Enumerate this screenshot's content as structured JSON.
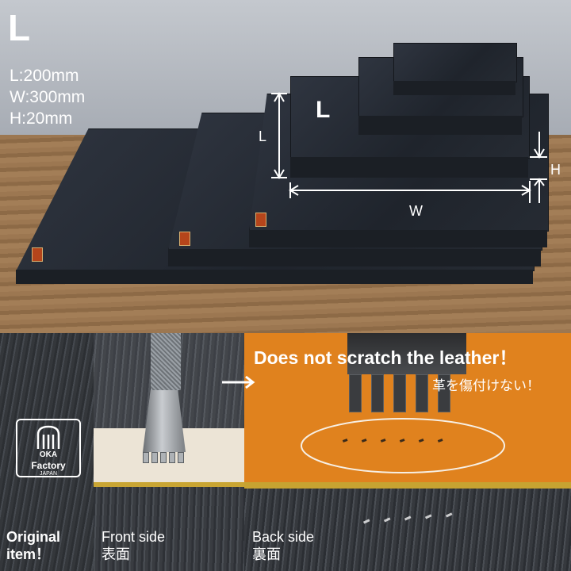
{
  "top": {
    "size_letter": "L",
    "dims": [
      "L:200mm",
      "W:300mm",
      "H:20mm"
    ],
    "overlay_letter": "L",
    "labels": {
      "l": "L",
      "w": "W",
      "h": "H"
    }
  },
  "logo": {
    "line1": "OKA",
    "line2": "Factory",
    "line3": "JAPAN"
  },
  "panels": {
    "original": {
      "line1": "Original",
      "line2": "item！"
    },
    "front": {
      "en": "Front side",
      "jp": "表面"
    },
    "back": {
      "en": "Back side",
      "jp": "裏面"
    }
  },
  "headline": {
    "en": "Does not scratch the leather！",
    "jp": "革を傷付けない！"
  },
  "colors": {
    "leather_orange": "#e0821e",
    "mat_dark": "#2f3540",
    "accent_white": "#ffffff"
  }
}
